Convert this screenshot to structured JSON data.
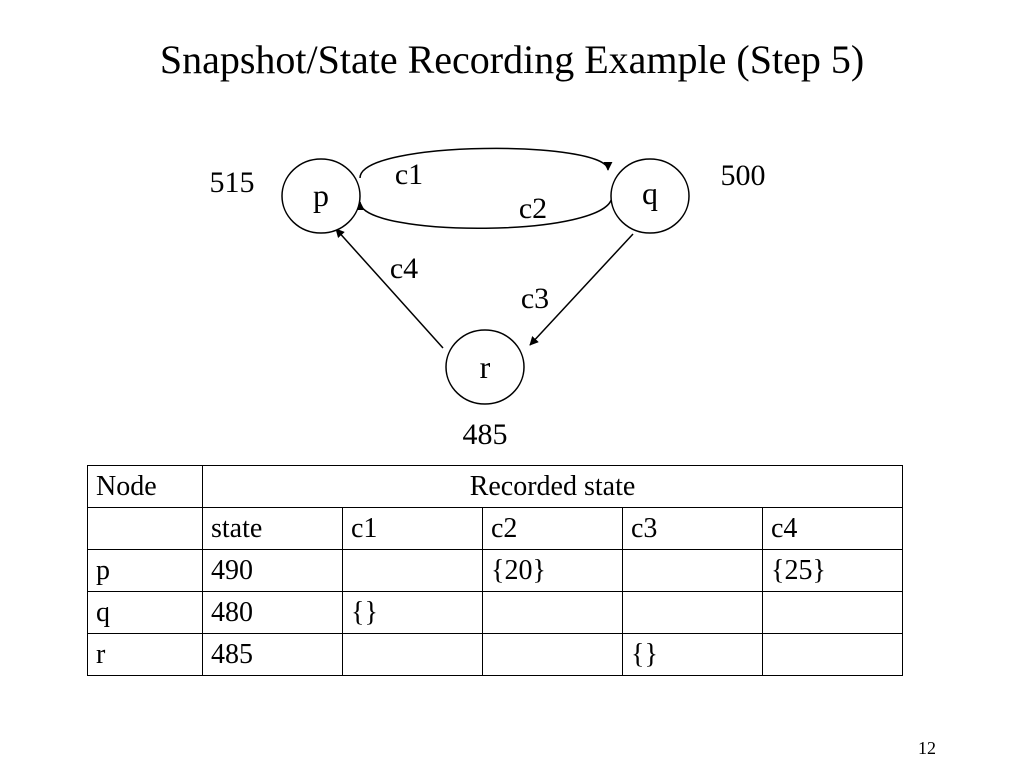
{
  "slide": {
    "title": "Snapshot/State Recording Example (Step 5)",
    "page_number": "12"
  },
  "diagram": {
    "nodes": [
      {
        "id": "p",
        "label": "p",
        "value": "515"
      },
      {
        "id": "q",
        "label": "q",
        "value": "500"
      },
      {
        "id": "r",
        "label": "r",
        "value": "485"
      }
    ],
    "channels": [
      {
        "id": "c1",
        "label": "c1",
        "from": "p",
        "to": "q"
      },
      {
        "id": "c2",
        "label": "c2",
        "from": "q",
        "to": "p"
      },
      {
        "id": "c3",
        "label": "c3",
        "from": "q",
        "to": "r"
      },
      {
        "id": "c4",
        "label": "c4",
        "from": "r",
        "to": "p"
      }
    ]
  },
  "table": {
    "header": {
      "node": "Node",
      "recorded": "Recorded state"
    },
    "subheader": [
      "",
      "state",
      "c1",
      "c2",
      "c3",
      "c4"
    ],
    "rows": [
      [
        "p",
        "490",
        "",
        "{20}",
        "",
        "{25}"
      ],
      [
        "q",
        "480",
        "{}",
        "",
        "",
        ""
      ],
      [
        "r",
        "485",
        "",
        "",
        "{}",
        ""
      ]
    ]
  }
}
